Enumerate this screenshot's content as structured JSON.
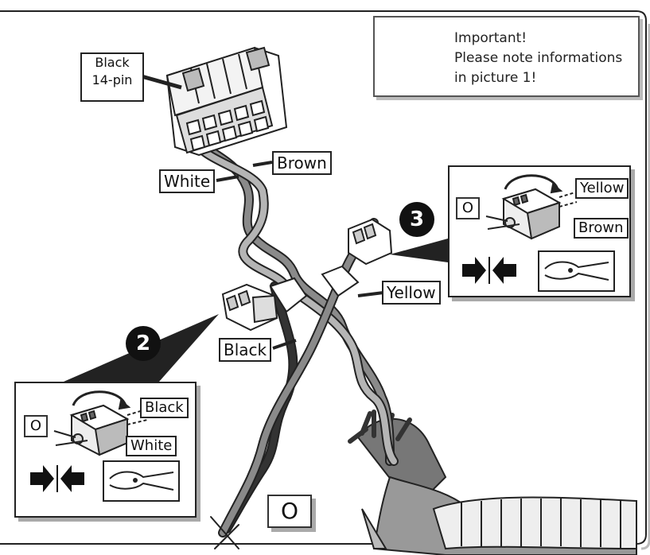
{
  "important_note": {
    "line1": "Important!",
    "line2": "Please note informations",
    "line3": "in picture 1!"
  },
  "connector_label": {
    "line1": "Black",
    "line2": "14-pin"
  },
  "wire_labels": {
    "brown": "Brown",
    "white": "White",
    "yellow": "Yellow",
    "black": "Black"
  },
  "step_numbers": {
    "step2": "2",
    "step3": "3"
  },
  "inset_step2": {
    "o_label": "O",
    "wire_top": "Black",
    "wire_bottom": "White"
  },
  "inset_step3": {
    "o_label": "O",
    "wire_top": "Yellow",
    "wire_bottom": "Brown"
  },
  "bottom_o_label": "O",
  "colors": {
    "line": "#222222",
    "wire_grey": "#8a8a8a",
    "wire_dark": "#333333",
    "shadow": "#aaaaaa"
  }
}
